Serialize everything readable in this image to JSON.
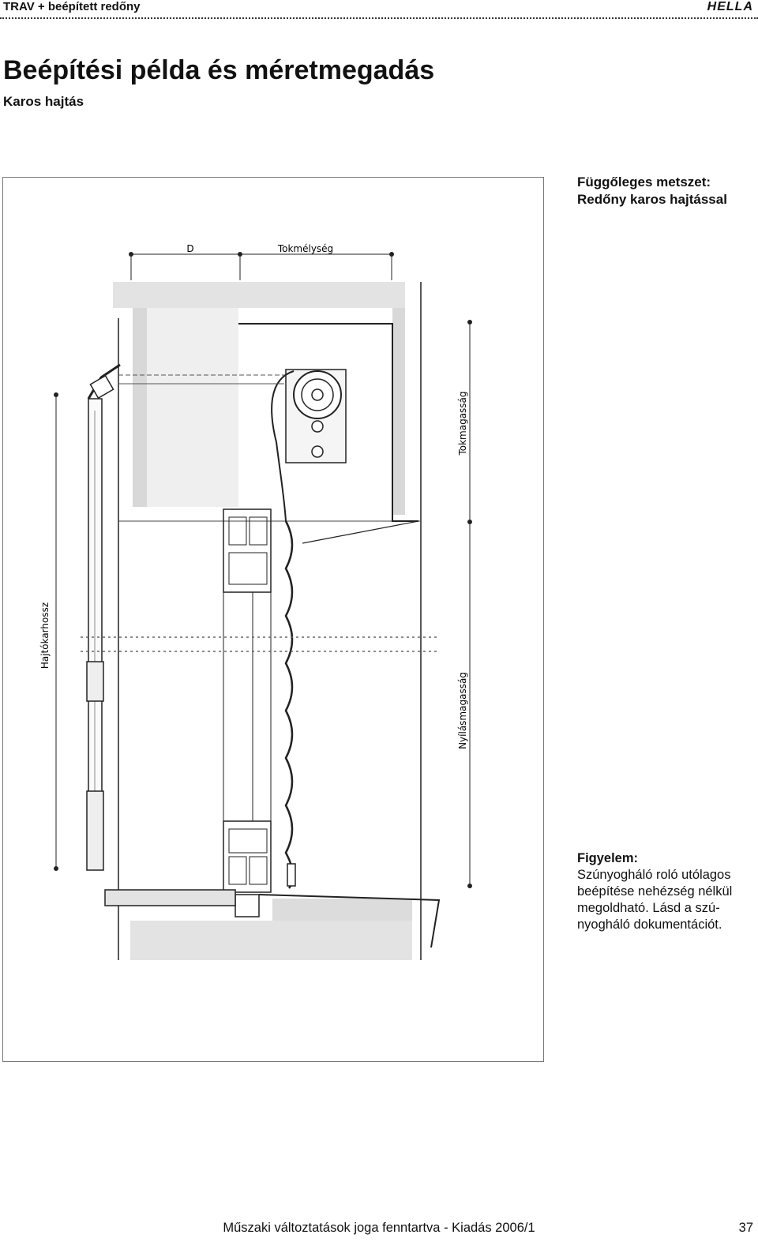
{
  "header": {
    "doc_title": "TRAV + beépített redőny",
    "logo_text": "HELLA"
  },
  "page": {
    "title": "Beépítési példa és méretmegadás",
    "subtitle": "Karos hajtás"
  },
  "section": {
    "line1": "Függőleges metszet:",
    "line2": "Redőny karos hajtással"
  },
  "dimensions": {
    "d": "D",
    "box_depth": "Tokmélység",
    "box_height": "Tokmagasság",
    "crank_length": "Hajtókarhossz",
    "opening_height": "Nyílásmagasság"
  },
  "note": {
    "title": "Figyelem:",
    "lines": [
      "Szúnyogháló roló utólagos",
      "beépítése nehézség nélkül",
      "megoldható. Lásd a szú-",
      "nyogháló dokumentációt."
    ]
  },
  "footer": {
    "text": "Műszaki változtatások joga fenntartva - Kiadás 2006/1",
    "page_number": "37"
  },
  "colors": {
    "wall_gray": "#e3e3e3",
    "line": "#222222"
  }
}
